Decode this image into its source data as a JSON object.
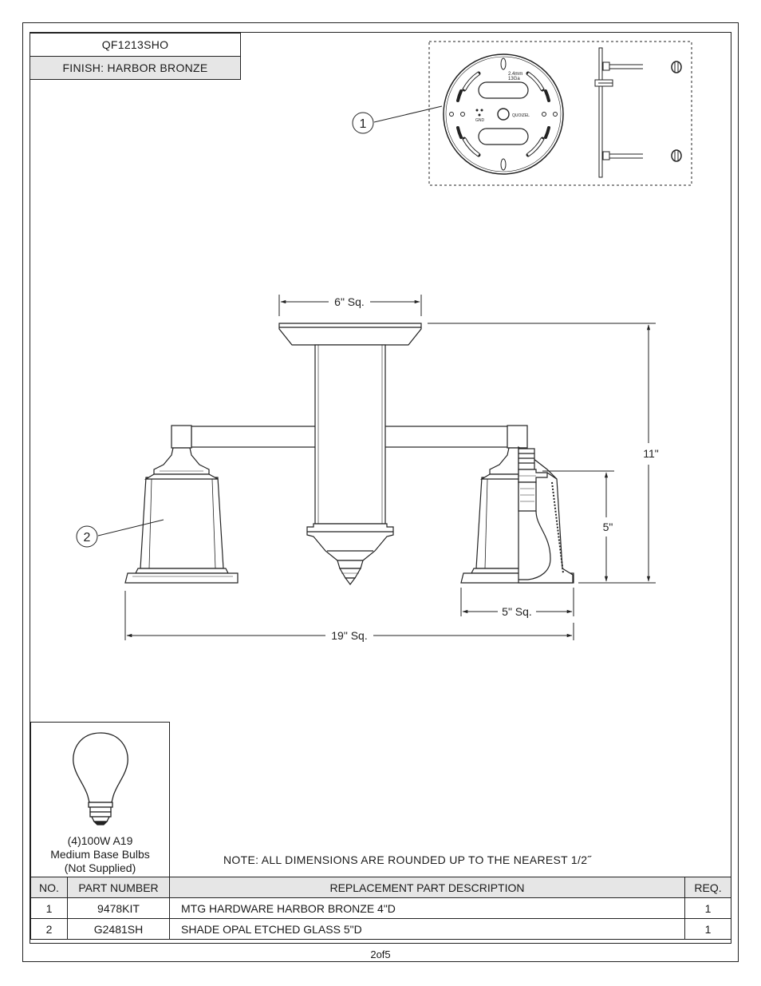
{
  "header": {
    "model": "QF1213SHO",
    "finish": "FINISH: HARBOR BRONZE"
  },
  "callouts": {
    "one": "1",
    "two": "2"
  },
  "plate": {
    "spec_line1": "2.4mm",
    "spec_line2": "13Ga",
    "gnd": "GND",
    "brand": "QUOIZEL"
  },
  "dimensions": {
    "canopy_width": "6\" Sq.",
    "height": "11\"",
    "shade_height": "5\"",
    "shade_width": "5\" Sq.",
    "overall_width": "19\" Sq."
  },
  "bulb": {
    "line1": "(4)100W A19",
    "line2": "Medium Base Bulbs",
    "line3": "(Not Supplied)",
    "icon": "light-bulb-icon"
  },
  "note": "NOTE:  ALL DIMENSIONS ARE ROUNDED UP TO THE NEAREST  1/2˝",
  "table": {
    "headers": {
      "no": "NO.",
      "part_number": "PART NUMBER",
      "description": "REPLACEMENT PART DESCRIPTION",
      "req": "REQ."
    },
    "rows": [
      {
        "no": "1",
        "part_number": "9478KIT",
        "description": "MTG HARDWARE HARBOR BRONZE 4\"D",
        "req": "1"
      },
      {
        "no": "2",
        "part_number": "G2481SH",
        "description": "SHADE OPAL ETCHED GLASS 5\"D",
        "req": "1"
      }
    ]
  },
  "page": "2of5"
}
